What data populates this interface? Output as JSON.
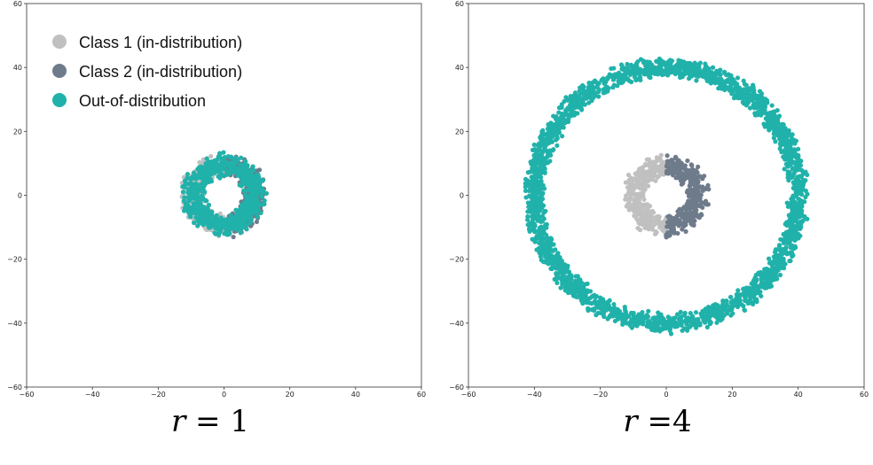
{
  "colors": {
    "class1": "#c0c0c0",
    "class2": "#6e7b8b",
    "ood": "#20b2aa",
    "axis": "#333333"
  },
  "legend": {
    "items": [
      {
        "label": "Class 1 (in-distribution)",
        "color": "#c0c0c0"
      },
      {
        "label": "Class 2 (in-distribution)",
        "color": "#6e7b8b"
      },
      {
        "label": "Out-of-distribution",
        "color": "#20b2aa"
      }
    ]
  },
  "panels": [
    {
      "label_var": "r",
      "label_rest": " = 1"
    },
    {
      "label_var": "r",
      "label_rest": " =4"
    }
  ],
  "chart_data": [
    {
      "type": "scatter",
      "xlim": [
        -60,
        60
      ],
      "ylim": [
        -60,
        60
      ],
      "xticks": [
        -60,
        -40,
        -20,
        0,
        20,
        40,
        60
      ],
      "yticks": [
        -60,
        -40,
        -20,
        0,
        20,
        40,
        60
      ],
      "legend_position": "top-left",
      "series": [
        {
          "name": "Class 1 (in-distribution)",
          "shape": "half-ring-left",
          "center": [
            0,
            0
          ],
          "inner_radius": 6,
          "outer_radius": 13
        },
        {
          "name": "Class 2 (in-distribution)",
          "shape": "half-ring-right",
          "center": [
            0,
            0
          ],
          "inner_radius": 6,
          "outer_radius": 13
        },
        {
          "name": "Out-of-distribution",
          "shape": "ring",
          "center": [
            0,
            0
          ],
          "inner_radius": 6,
          "outer_radius": 13
        }
      ]
    },
    {
      "type": "scatter",
      "xlim": [
        -60,
        60
      ],
      "ylim": [
        -60,
        60
      ],
      "xticks": [
        -60,
        -40,
        -20,
        0,
        20,
        40,
        60
      ],
      "yticks": [
        -60,
        -40,
        -20,
        0,
        20,
        40,
        60
      ],
      "series": [
        {
          "name": "Class 1 (in-distribution)",
          "shape": "half-ring-left",
          "center": [
            0,
            0
          ],
          "inner_radius": 6,
          "outer_radius": 13
        },
        {
          "name": "Class 2 (in-distribution)",
          "shape": "half-ring-right",
          "center": [
            0,
            0
          ],
          "inner_radius": 6,
          "outer_radius": 13
        },
        {
          "name": "Out-of-distribution",
          "shape": "ring",
          "center": [
            0,
            0
          ],
          "inner_radius": 37,
          "outer_radius": 43
        }
      ]
    }
  ]
}
